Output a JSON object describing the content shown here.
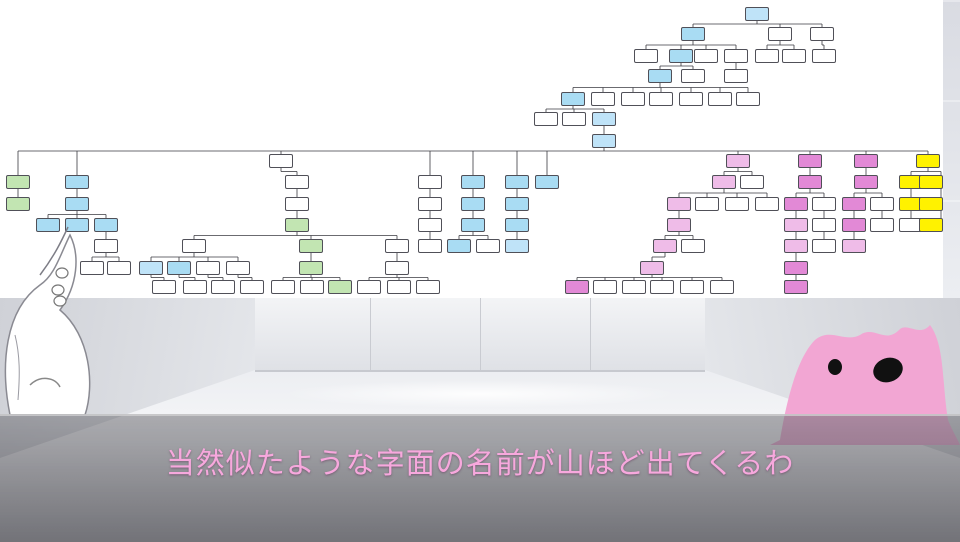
{
  "dialogue": {
    "text": "当然似たような字面の名前が山ほど出てくるわ"
  },
  "colors": {
    "dialogue_text": "#f7a8dd",
    "node_blue": "#a9dcf3",
    "node_green": "#c2e5b2",
    "node_pink": "#efbce8",
    "node_magenta": "#e289d6",
    "node_yellow": "#fff200",
    "slime": "#f2a6d3"
  },
  "icons": {
    "left_character": "hooded-character-sketch",
    "right_character": "pink-slime-mascot"
  }
}
